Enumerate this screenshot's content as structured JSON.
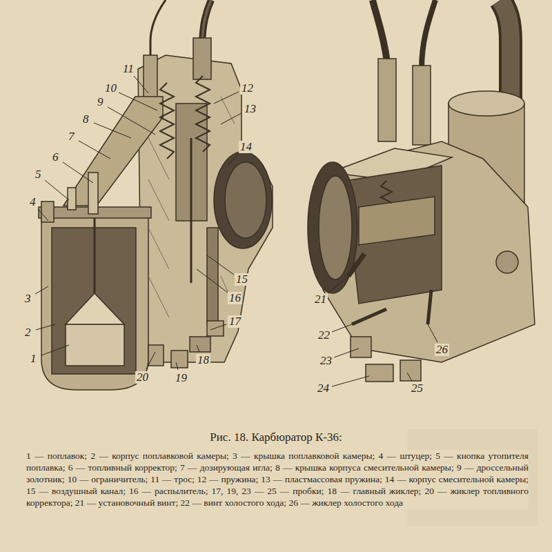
{
  "diagram": {
    "caption": "Рис. 18. Карбюратор К-36:",
    "labels": [
      "11",
      "10",
      "9",
      "8",
      "7",
      "6",
      "5",
      "4",
      "3",
      "2",
      "1",
      "12",
      "13",
      "14",
      "15",
      "16",
      "17",
      "18",
      "19",
      "20",
      "21",
      "22",
      "23",
      "24",
      "25",
      "26",
      "1 — поплавок; 2 — корпус поплавковой камеры; 3 — крышка поплавковой камеры; 4 — штуцер; 5 — кнопка утопителя поплавка; 6 — топливный корректор; 7 — дозирующая игла; 8 — крышка корпуса смесительной камеры; 9 — дроссельный золотник; 10 — ограничитель; 11 — трос; 12 — пружина; 13 — пластмассовая пружина; 14 — корпус смесительной камеры; 15 — воздушный канал; 16 — распылитель; 17, 19, 23 — 25 — пробки; 18 — главный жиклер; 20 — жиклер топливного корректора; 21 — установочный винт; 22 — винт холостого хода; 26 — жиклер холостого хода"
    ]
  }
}
